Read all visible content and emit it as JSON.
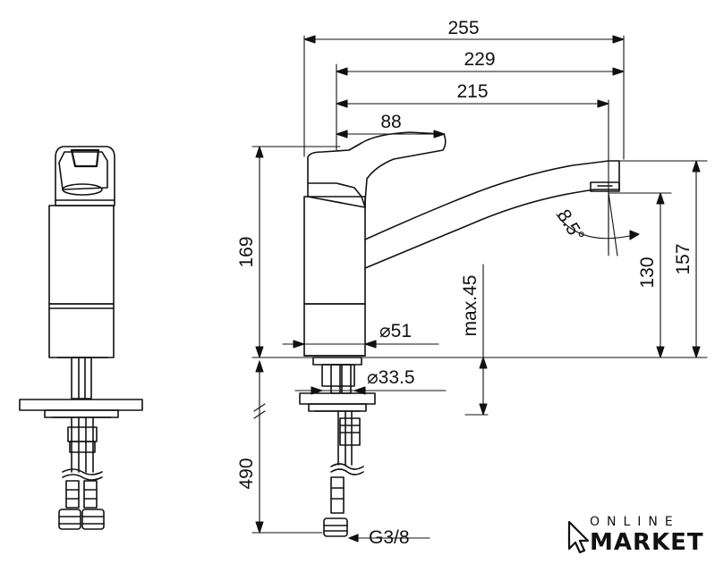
{
  "dimensions": {
    "length_overall": "255",
    "length_229": "229",
    "length_215": "215",
    "lever_88": "88",
    "height_169": "169",
    "spout_height_130": "130",
    "outlet_height_157": "157",
    "max_deck": "max.45",
    "body_diameter": "⌀51",
    "hole_diameter": "⌀33.5",
    "hose_length": "490",
    "spout_angle": "8.5°",
    "connection_thread": "G3/8"
  },
  "brand": {
    "line1": "ONLINE",
    "line2": "MARKET"
  },
  "icons": {
    "cursor": "pointer-cursor-icon"
  }
}
